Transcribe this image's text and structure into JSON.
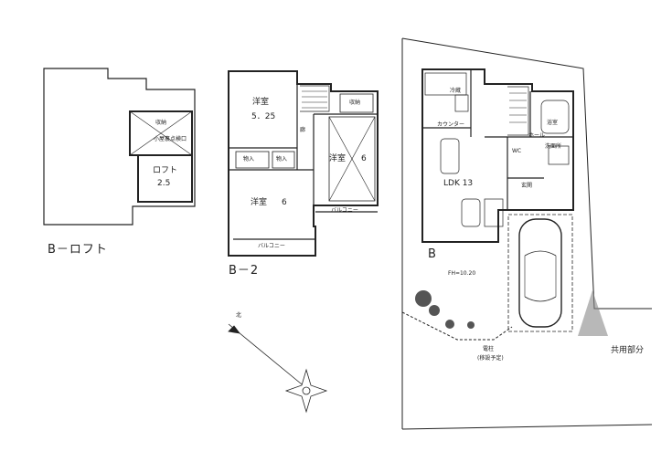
{
  "loft": {
    "caption": "B－ロフト",
    "storage_label": "収納",
    "hatch_label": "小屋裏点検口",
    "room_name": "ロフト",
    "room_size": "2.5"
  },
  "floor2": {
    "caption": "B－2",
    "room1_name": "洋室",
    "room1_size": "5．25",
    "room2_name": "洋室",
    "room2_size": "6",
    "room3_name": "洋室",
    "room3_size": "6",
    "closet": "物入",
    "storage": "収納",
    "balcony": "バルコニー",
    "hall": "廊"
  },
  "floor1": {
    "caption": "B",
    "ldk": "LDK 13",
    "counter": "カウンター",
    "fridge": "冷蔵",
    "bath": "浴室",
    "washroom": "洗面所",
    "entrance": "玄関",
    "wc": "WC",
    "hall": "ホール",
    "fh": "FH=10.20",
    "pole": "電柱",
    "pole_note": "(移設予定)",
    "common": "共用部分"
  },
  "compass": {
    "north": "北"
  }
}
